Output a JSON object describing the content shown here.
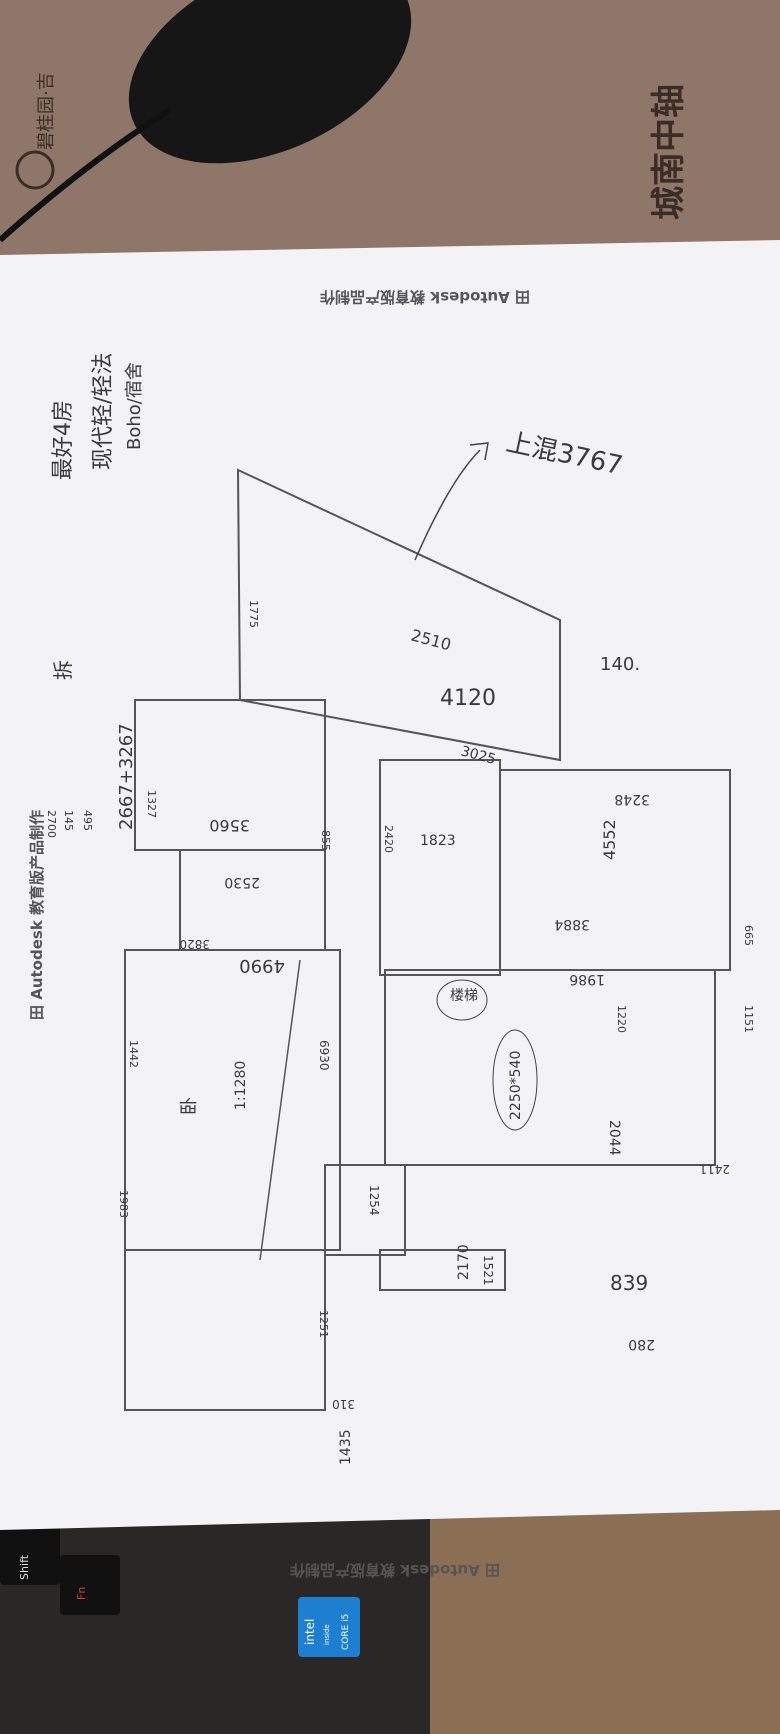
{
  "watermark": "田 Autodesk 教育版产品制作",
  "mat_text": "碧桂园·吉",
  "mat_text_right": "城南中轴",
  "notes": {
    "top_right_arrow": "上混3767",
    "top_left_1": "最好4房",
    "top_left_2": "现代轻/轻法",
    "top_left_3": "Boho/宿舍",
    "remove": "拆",
    "sum": "2667+3267",
    "room_label": "卧",
    "bubble_1": "2250*540",
    "bubble_2": "1:1280",
    "bubble_3": "楼梯"
  },
  "dimensions": [
    "2510",
    "140.",
    "4120",
    "3025",
    "3248",
    "4552",
    "3884",
    "1986",
    "4990",
    "3560",
    "2530",
    "1823",
    "2044",
    "2411",
    "839",
    "280",
    "1435",
    "310",
    "2170",
    "1521",
    "1254",
    "6930",
    "3820",
    "1442",
    "1983",
    "2700",
    "145",
    "495",
    "1327",
    "1775",
    "1220",
    "2420",
    "1251",
    "1151",
    "665",
    "855"
  ],
  "laptop": {
    "key_shift": "Shift",
    "key_fn": "Fn",
    "badge_brand": "intel",
    "badge_sub": "inside",
    "badge_model": "CORE i5"
  }
}
